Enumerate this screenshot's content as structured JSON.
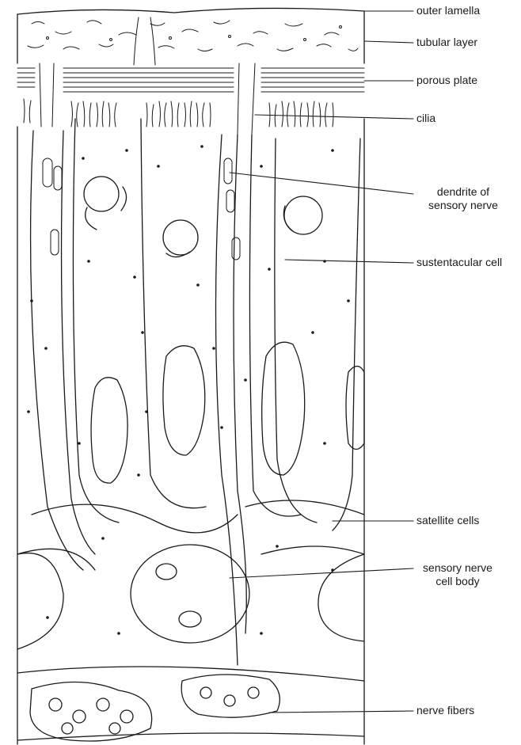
{
  "labels": {
    "outer_lamella": "outer lamella",
    "tubular_layer": "tubular layer",
    "porous_plate": "porous plate",
    "cilia": "cilia",
    "dendrite_line1": "dendrite of",
    "dendrite_line2": "sensory nerve",
    "sustentacular_cell": "sustentacular cell",
    "satellite_cells": "satellite cells",
    "nerve_cell_body_line1": "sensory nerve",
    "nerve_cell_body_line2": "cell body",
    "nerve_fibers": "nerve fibers"
  },
  "colors": {
    "ink": "#1a1a1a",
    "paper": "#ffffff"
  }
}
